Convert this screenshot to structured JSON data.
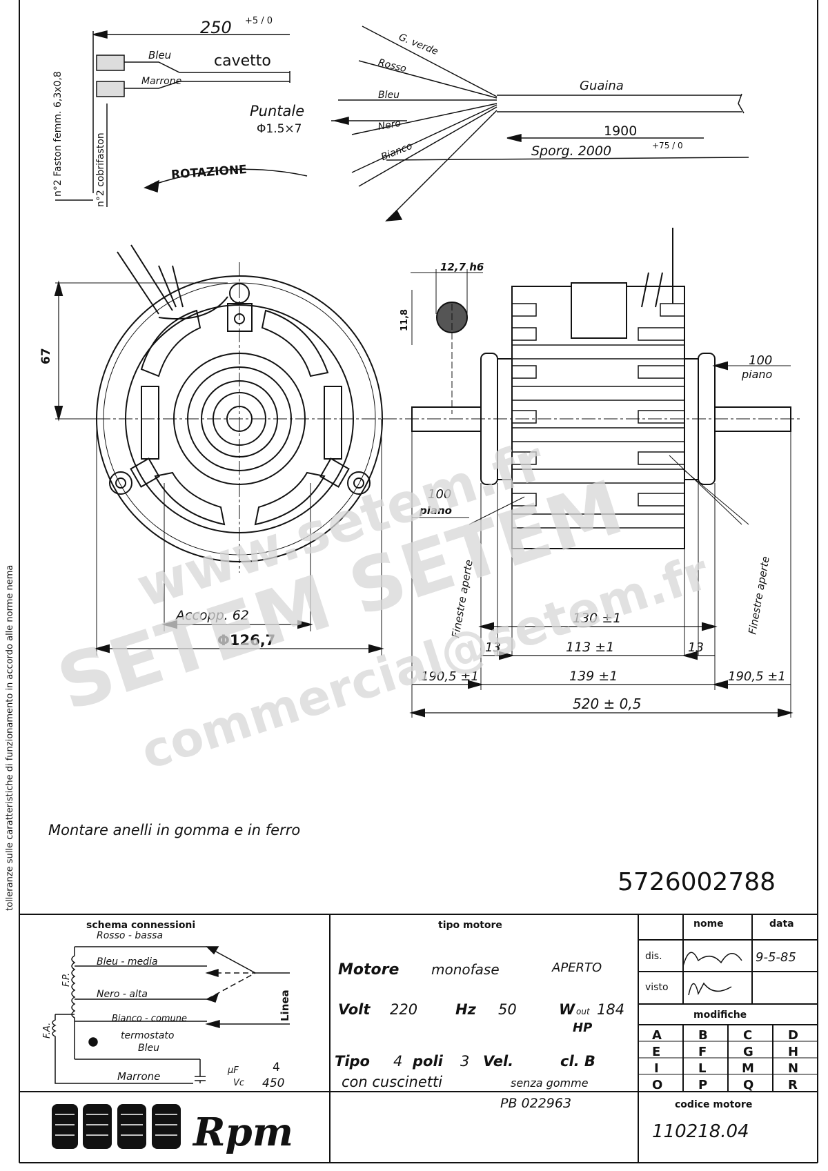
{
  "cable": {
    "length_250": "250",
    "tol_250": "+5 / 0",
    "bleu": "Bleu",
    "marrone": "Marrone",
    "cavetto": "cavetto",
    "faston": "n°2 Faston femm. 6,3x0,8",
    "cobrifaston": "n°2 cobrifaston",
    "puntale": "Puntale",
    "puntale_dim": "Φ1.5×7",
    "rotazione": "ROTAZIONE",
    "g_verde": "G. verde",
    "rosso": "Rosso",
    "bleu2": "Bleu",
    "nero": "Nero",
    "bianco": "Bianco",
    "guaina": "Guaina",
    "len_1900": "1900",
    "sporg": "Sporg. 2000",
    "sporg_tol": "+75 / 0"
  },
  "front_view": {
    "dim_67": "67",
    "accopp": "Accopp. 62",
    "diameter": "Φ126,7"
  },
  "side_view": {
    "shaft": "12,7 h6",
    "flat": "11,8",
    "piano_100": "100",
    "piano": "piano",
    "finestre": "Finestre aperte",
    "d130": "130 ±1",
    "d13": "13",
    "d113": "113 ±1",
    "d190": "190,5 ±1",
    "d139": "139 ±1",
    "d520": "520 ± 0,5"
  },
  "notes": {
    "montare": "Montare anelli in gomma e in ferro",
    "part_number": "5726002788",
    "side_note": "tolleranze sulle caratteristiche di funzionamento in accordo alle norme nema"
  },
  "schema": {
    "title": "schema connessioni",
    "rosso_bassa": "Rosso - bassa",
    "bleu_media": "Bleu - media",
    "nero_alta": "Nero - alta",
    "bianco_comune": "Bianco - comune",
    "termostato": "termostato",
    "bleu": "Bleu",
    "marrone": "Marrone",
    "fp": "F.P.",
    "fa": "F.A.",
    "linea": "Linea",
    "uf": "μF",
    "uf_val": "4",
    "vc": "Vc",
    "vc_val": "450"
  },
  "tipo": {
    "title": "tipo motore",
    "motore": "Motore",
    "monofase": "monofase",
    "aperto": "APERTO",
    "volt_label": "Volt",
    "volt": "220",
    "hz_label": "Hz",
    "hz": "50",
    "w_label": "W",
    "w_sub": "out",
    "w": "184",
    "hp": "HP",
    "tipo_label": "Tipo",
    "poli_n": "4",
    "poli": "poli",
    "vel_n": "3",
    "vel": "Vel.",
    "cl": "cl. B",
    "cuscinetti": "con cuscinetti",
    "senza": "senza gomme",
    "pb": "PB 022963"
  },
  "title_block": {
    "nome": "nome",
    "data": "data",
    "dis": "dis.",
    "date": "9-5-85",
    "visto": "visto",
    "modifiche": "modifiche",
    "letters": [
      "A",
      "B",
      "C",
      "D",
      "E",
      "F",
      "G",
      "H",
      "I",
      "L",
      "M",
      "N",
      "O",
      "P",
      "Q",
      "R"
    ],
    "codice": "codice motore",
    "code": "110218.04",
    "logo": "Rpm"
  },
  "watermark": {
    "url": "www.setem.fr",
    "brand": "SETEM SETEM",
    "email": "commercial@setem.fr"
  }
}
